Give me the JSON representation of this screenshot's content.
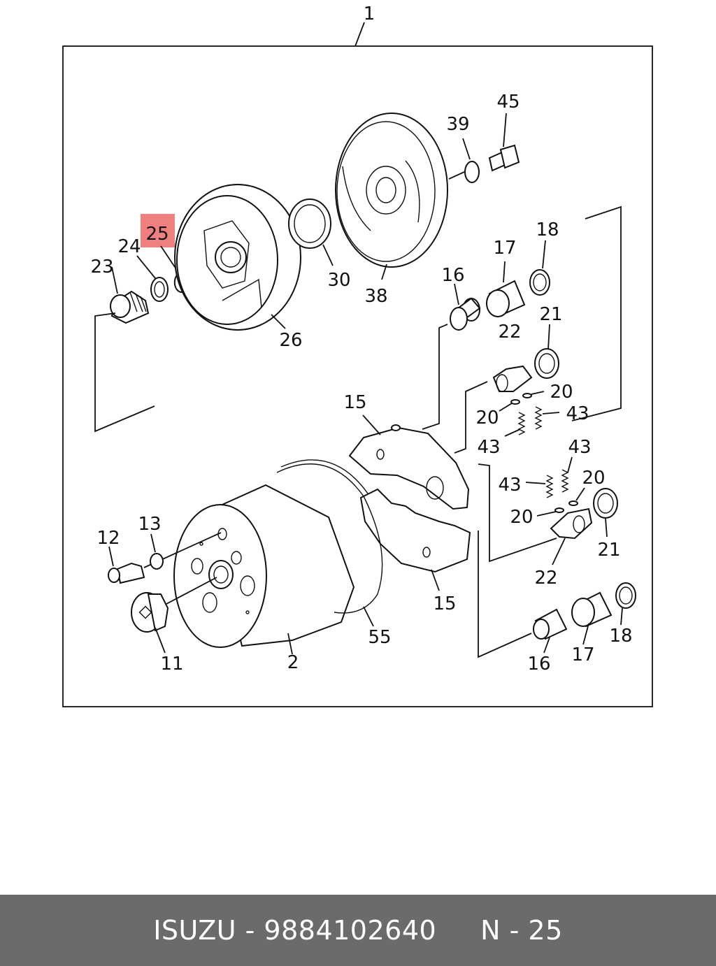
{
  "diagram": {
    "callouts": {
      "c1": "1",
      "c2": "2",
      "c11": "11",
      "c12": "12",
      "c13": "13",
      "c15a": "15",
      "c15b": "15",
      "c16a": "16",
      "c16b": "16",
      "c17a": "17",
      "c17b": "17",
      "c18a": "18",
      "c18b": "18",
      "c20a": "20",
      "c20b": "20",
      "c20c": "20",
      "c20d": "20",
      "c21a": "21",
      "c21b": "21",
      "c22a": "22",
      "c22b": "22",
      "c23": "23",
      "c24": "24",
      "c25": "25",
      "c26": "26",
      "c30": "30",
      "c38": "38",
      "c39": "39",
      "c43a": "43",
      "c43b": "43",
      "c43c": "43",
      "c43d": "43",
      "c45": "45",
      "c55": "55"
    },
    "highlight_color": "#f08080"
  },
  "footer": {
    "brand": "ISUZU",
    "sep1": " - ",
    "part_number": "9884102640",
    "gap": "     ",
    "page_ref": "N - 25",
    "background": "#6b6b6b"
  }
}
